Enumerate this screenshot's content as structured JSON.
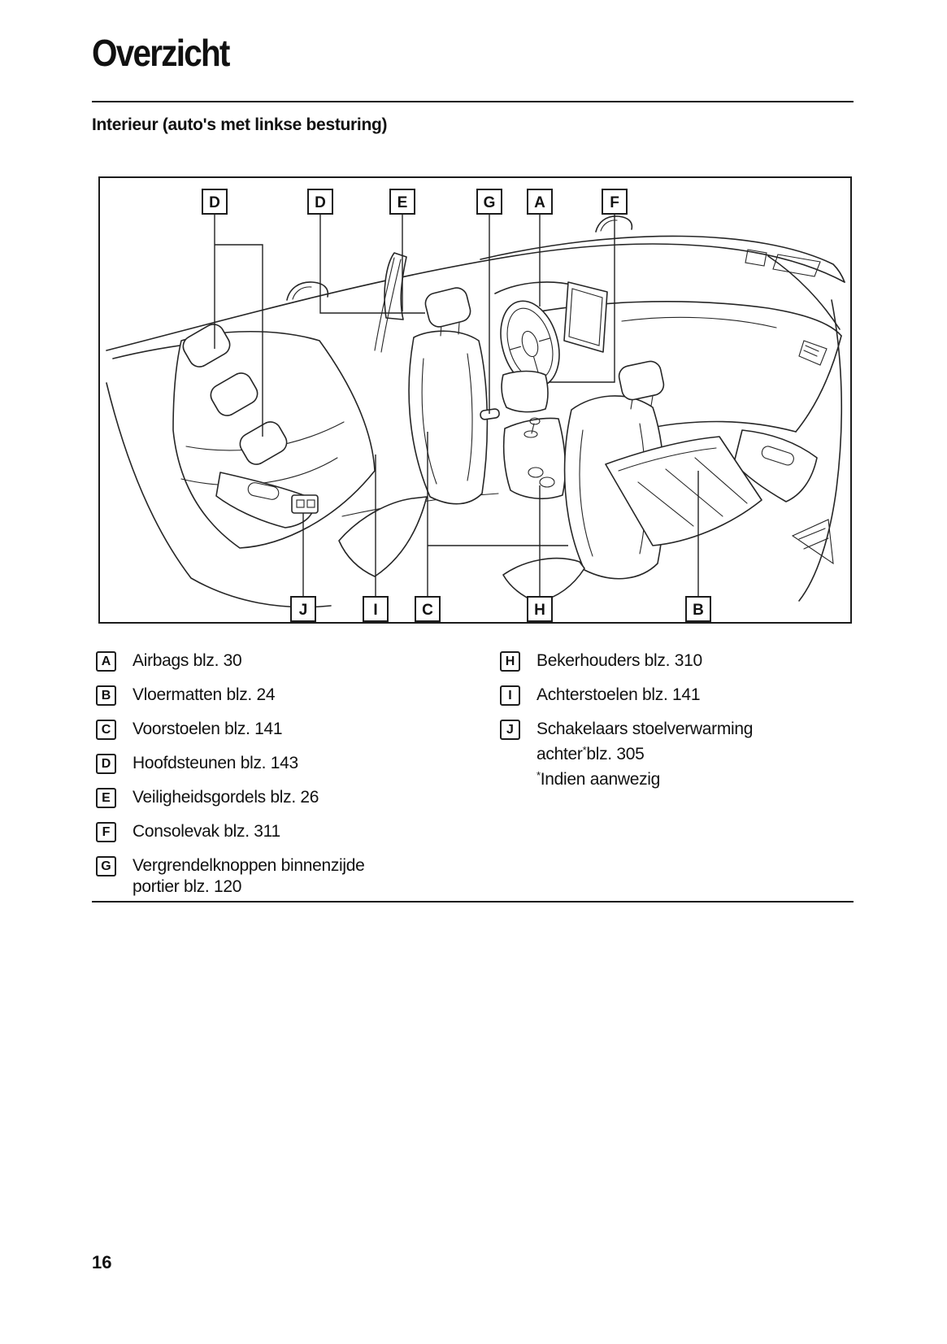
{
  "page": {
    "title": "Overzicht",
    "subtitle": "Interieur (auto's met linkse besturing)",
    "page_number": "16"
  },
  "diagram": {
    "top_labels": [
      {
        "letter": "D"
      },
      {
        "letter": "D"
      },
      {
        "letter": "E"
      },
      {
        "letter": "G"
      },
      {
        "letter": "A"
      },
      {
        "letter": "F"
      }
    ],
    "bottom_labels": [
      {
        "letter": "J"
      },
      {
        "letter": "I"
      },
      {
        "letter": "C"
      },
      {
        "letter": "H"
      },
      {
        "letter": "B"
      }
    ]
  },
  "legend": {
    "left": [
      {
        "letter": "A",
        "text": "Airbags blz. 30"
      },
      {
        "letter": "B",
        "text": "Vloermatten blz. 24"
      },
      {
        "letter": "C",
        "text": "Voorstoelen blz. 141"
      },
      {
        "letter": "D",
        "text": "Hoofdsteunen blz. 143"
      },
      {
        "letter": "E",
        "text": "Veiligheidsgordels blz. 26"
      },
      {
        "letter": "F",
        "text": "Consolevak blz. 311"
      },
      {
        "letter": "G",
        "line1": "Vergrendelknoppen binnenzijde",
        "line2": "portier blz. 120"
      }
    ],
    "right": [
      {
        "letter": "H",
        "text": "Bekerhouders blz. 310"
      },
      {
        "letter": "I",
        "text": "Achterstoelen blz. 141"
      },
      {
        "letter": "J",
        "line1": "Schakelaars stoelverwarming",
        "line2_word": "achter",
        "line2_asterisk": "*",
        "line2_rest": "blz. 305",
        "note_asterisk": "*",
        "note": "Indien aanwezig"
      }
    ]
  }
}
